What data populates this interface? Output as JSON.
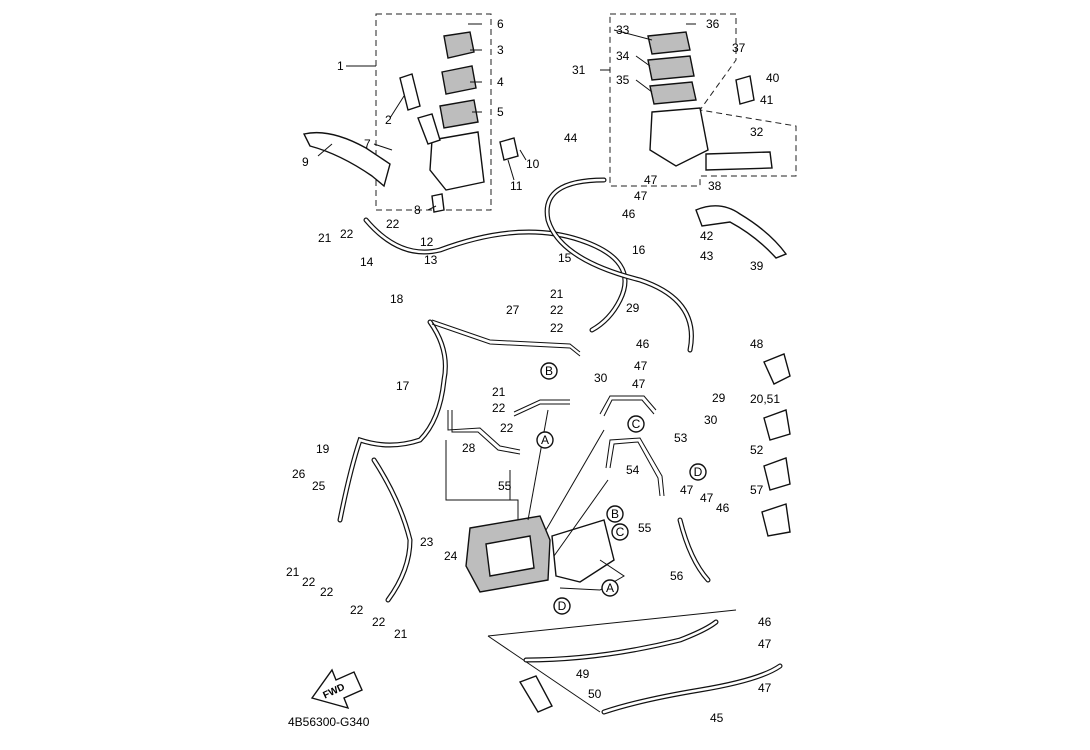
{
  "diagram": {
    "drawing_code": "4B56300-G340",
    "fwd_label": "FWD",
    "callouts": [
      "1",
      "2",
      "3",
      "4",
      "5",
      "6",
      "7",
      "8",
      "9",
      "10",
      "11",
      "12",
      "13",
      "14",
      "15",
      "16",
      "17",
      "18",
      "19",
      "20,51",
      "21",
      "22",
      "23",
      "24",
      "25",
      "26",
      "27",
      "28",
      "29",
      "30",
      "31",
      "32",
      "33",
      "34",
      "35",
      "36",
      "37",
      "38",
      "39",
      "40",
      "41",
      "42",
      "43",
      "44",
      "45",
      "46",
      "47",
      "48",
      "49",
      "50",
      "52",
      "53",
      "54",
      "55",
      "56",
      "57"
    ],
    "connector_markers": [
      "A",
      "B",
      "C",
      "D"
    ]
  }
}
